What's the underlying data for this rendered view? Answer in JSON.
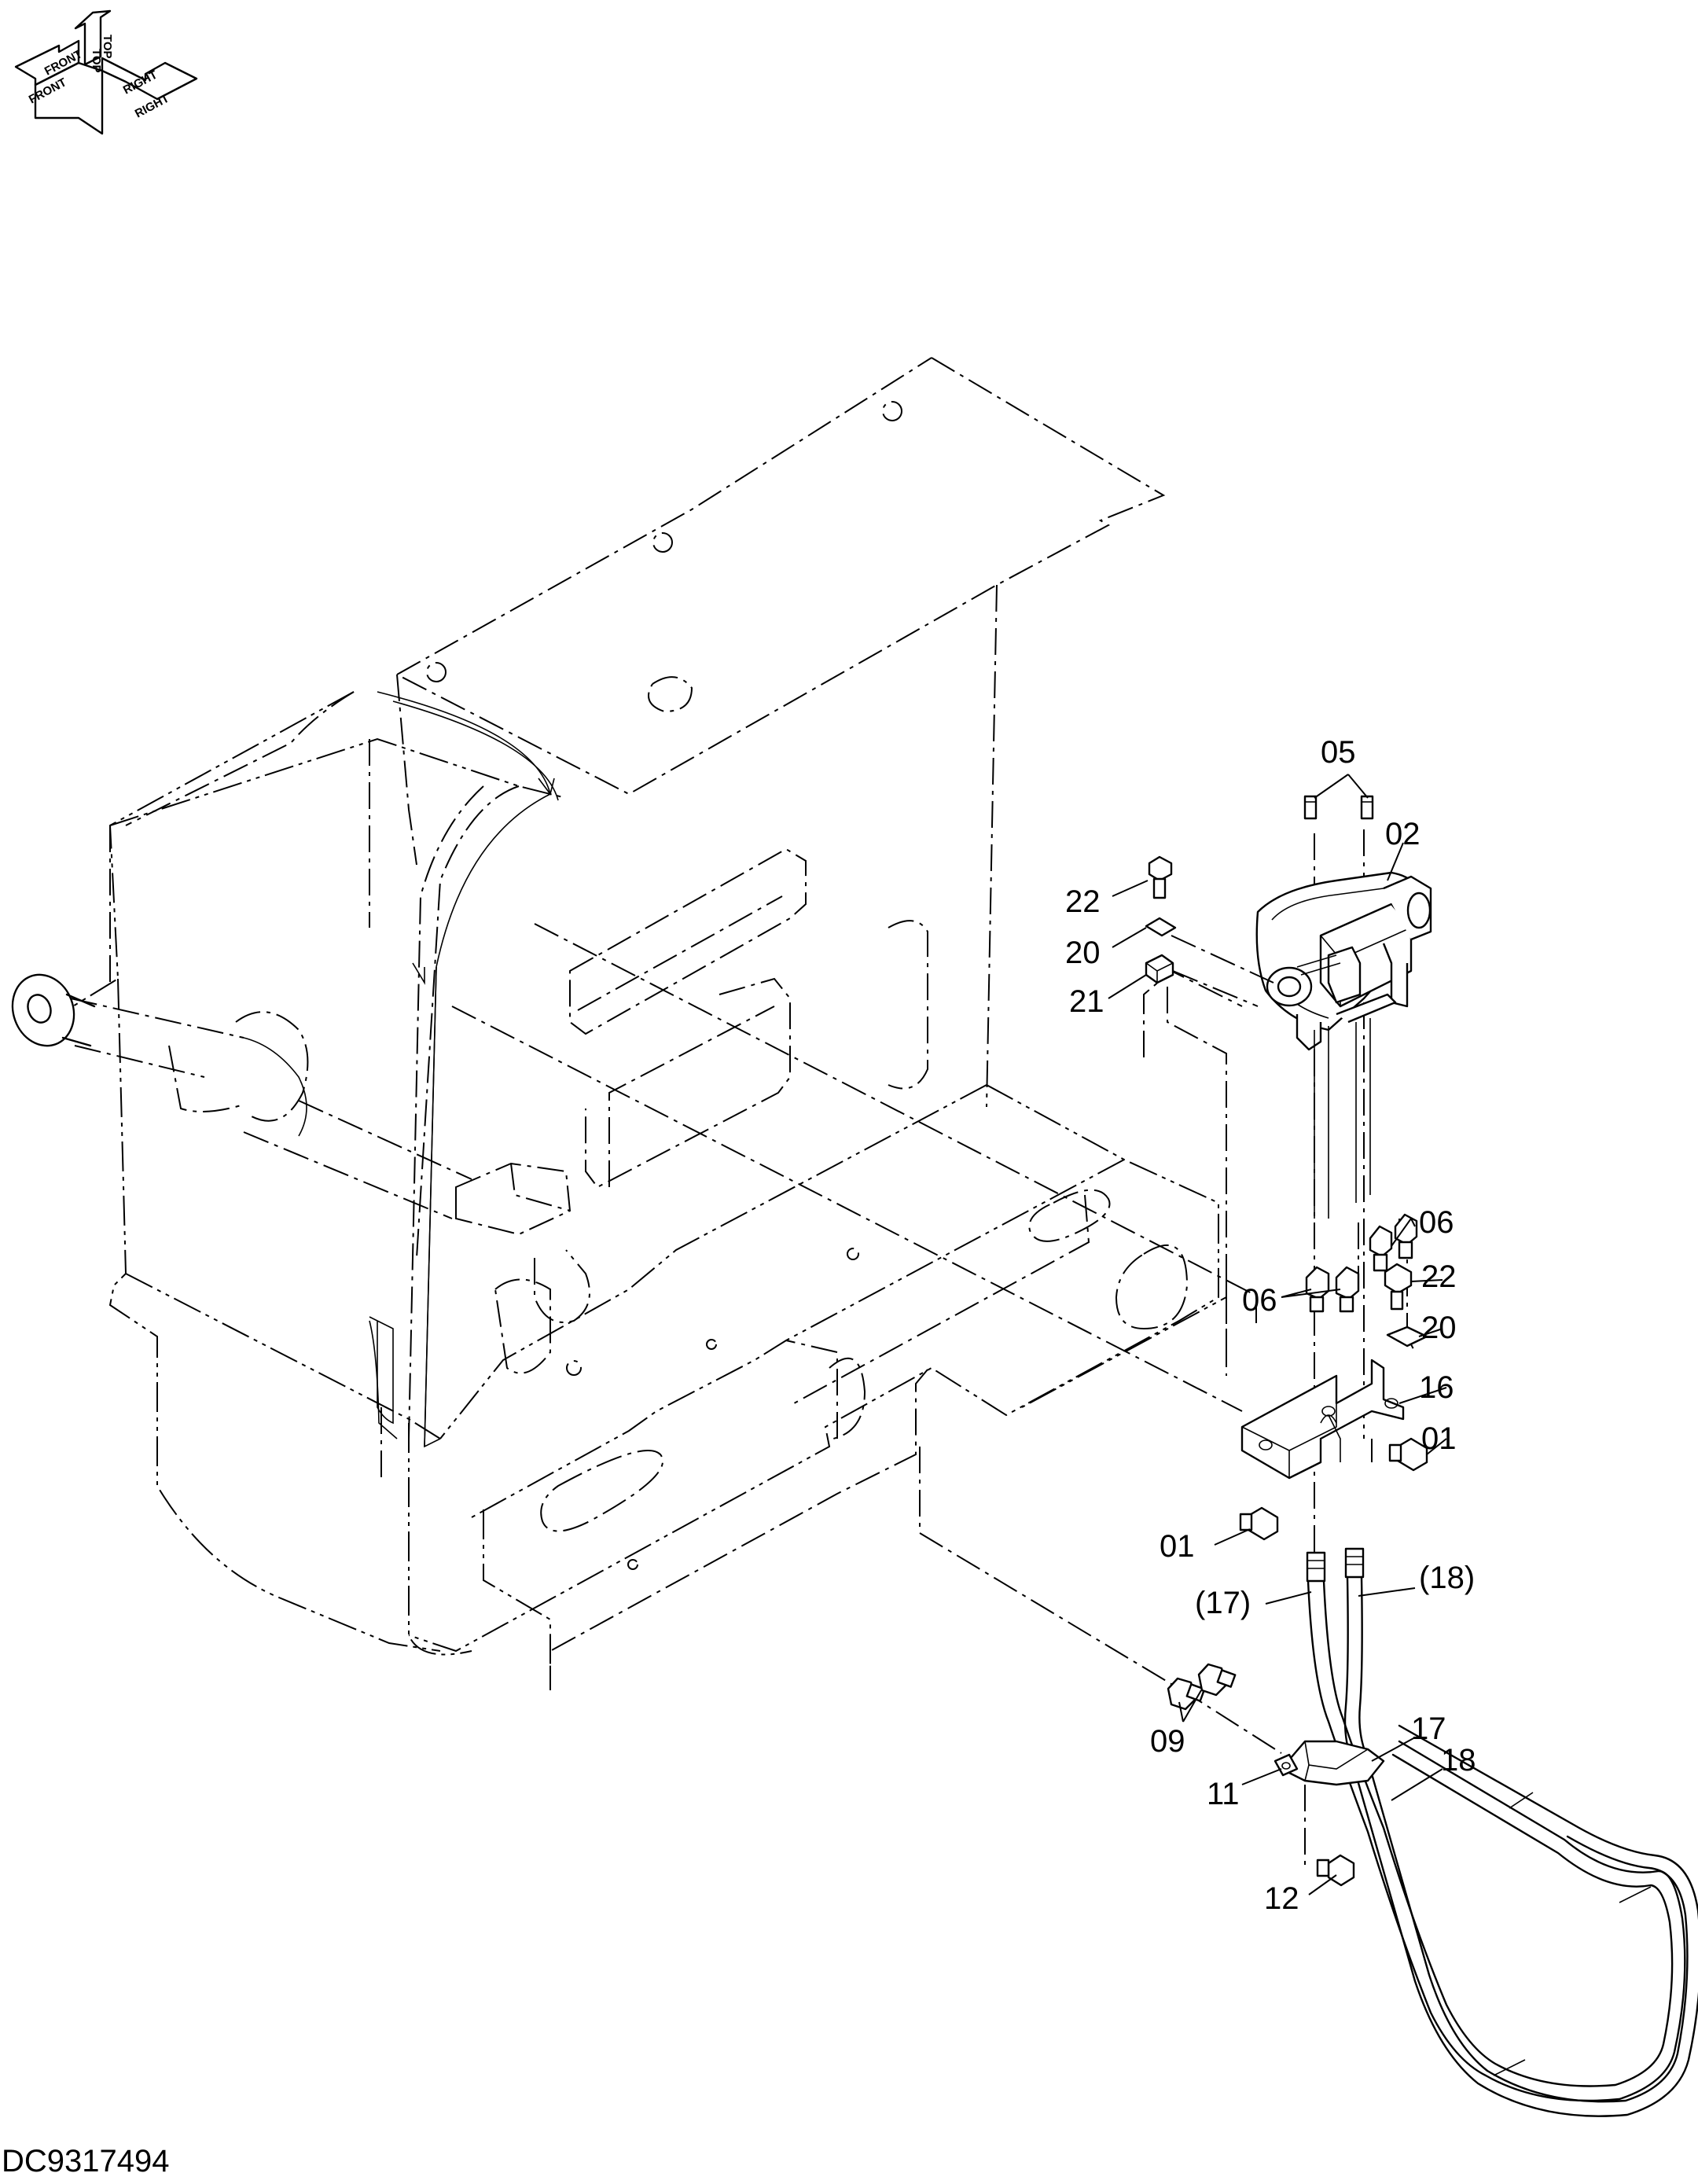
{
  "drawing_number": "DC9317494",
  "orientation_labels": {
    "front": "FRONT",
    "top": "TOP",
    "right": "RIGHT",
    "front_mirror": "FRONT",
    "top_mirror": "TOP",
    "right_mirror": "RIGHT"
  },
  "callouts": {
    "c01a": "01",
    "c01b": "01",
    "c02": "02",
    "c05": "05",
    "c06a": "06",
    "c06b": "06",
    "c09": "09",
    "c11": "11",
    "c12": "12",
    "c16": "16",
    "c17": "17",
    "c17p": "(17)",
    "c18": "18",
    "c18p": "(18)",
    "c20a": "20",
    "c20b": "20",
    "c21": "21",
    "c22a": "22",
    "c22b": "22"
  }
}
